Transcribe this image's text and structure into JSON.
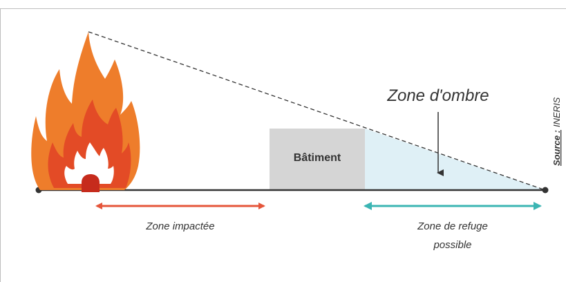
{
  "diagram": {
    "building_label": "Bâtiment",
    "shadow_zone_label": "Zone d'ombre",
    "impact_zone_label": "Zone impactée",
    "refuge_zone_line1": "Zone de refuge",
    "refuge_zone_line2": "possible",
    "source_prefix": "Source :",
    "source_name": "INERIS"
  },
  "colors": {
    "flame_outer": "#ee7d2b",
    "flame_inner": "#e34b26",
    "flame_core": "#ffffff",
    "ember": "#c62b1c",
    "building": "#d5d5d5",
    "shadow_area": "#dff0f6",
    "impact_arrow": "#e5553a",
    "refuge_arrow": "#3bb5b3",
    "ground_line": "#333333",
    "frame": "#bdbdbd",
    "text": "#333333"
  },
  "icons": {
    "fire": "fire-icon"
  }
}
